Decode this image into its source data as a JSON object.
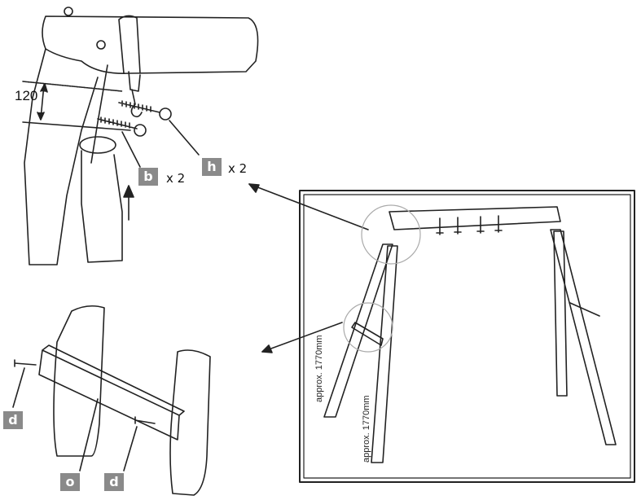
{
  "labels": {
    "b": "b",
    "h": "h",
    "d": "d",
    "o": "o"
  },
  "quantities": {
    "b": "x 2",
    "h": "x 2"
  },
  "dimension": "120",
  "lengths": {
    "front_leg": "approx. 1770mm",
    "back_leg": "approx. 1770mm"
  },
  "colors": {
    "line": "#222222",
    "label_bg": "#8a8a8a",
    "label_text": "#ffffff"
  }
}
